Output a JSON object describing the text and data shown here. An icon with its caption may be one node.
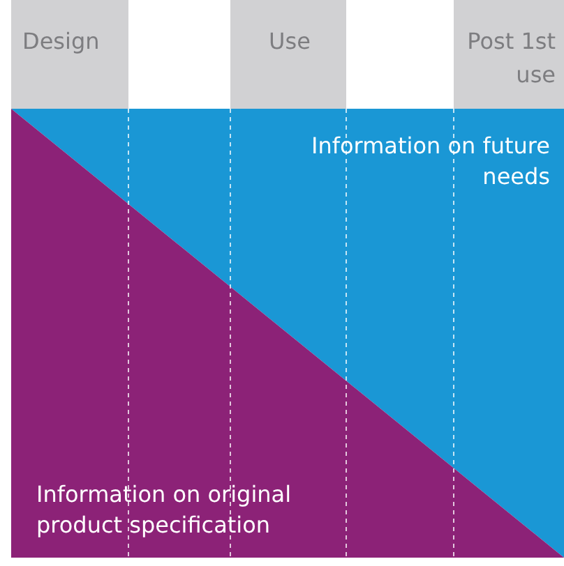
{
  "diagram": {
    "nodes": [
      {
        "text": [
          "Design"
        ]
      },
      {
        "text": [
          "Use"
        ]
      },
      {
        "text": [
          "Post 1st use"
        ]
      },
      {
        "text": [
          "Information on future needs"
        ]
      },
      {
        "text": [
          "Information on original product specification"
        ]
      }
    ],
    "edges": []
  }
}
